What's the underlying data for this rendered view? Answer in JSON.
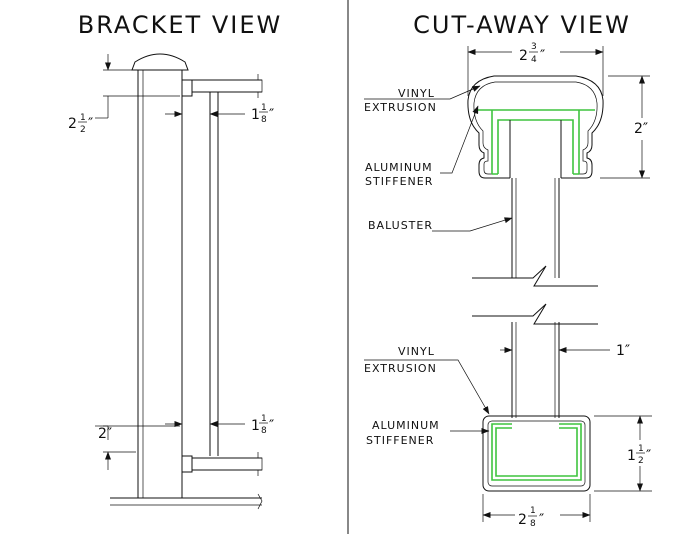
{
  "bracket_view": {
    "title": "BRACKET VIEW",
    "dim_top_whole": "2",
    "dim_top_num": "1",
    "dim_top_den": "2",
    "dim_top_unit": "″",
    "dim_gap_top_whole": "1",
    "dim_gap_top_num": "1",
    "dim_gap_top_den": "8",
    "dim_gap_top_unit": "″",
    "dim_bottom": "2″",
    "dim_gap_bottom_whole": "1",
    "dim_gap_bottom_num": "1",
    "dim_gap_bottom_den": "8",
    "dim_gap_bottom_unit": "″"
  },
  "cutaway_view": {
    "title": "CUT-AWAY VIEW",
    "top_width_whole": "2",
    "top_width_num": "3",
    "top_width_den": "4",
    "top_width_unit": "″",
    "top_height": "2″",
    "label_vinyl_1": "VINYL",
    "label_extrusion_1": "EXTRUSION",
    "label_aluminum_1": "ALUMINUM",
    "label_stiffener_1": "STIFFENER",
    "label_baluster": "BALUSTER",
    "baluster_width": "1″",
    "label_vinyl_2": "VINYL",
    "label_extrusion_2": "EXTRUSION",
    "label_aluminum_2": "ALUMINUM",
    "label_stiffener_2": "STIFFENER",
    "bottom_height_whole": "1",
    "bottom_height_num": "1",
    "bottom_height_den": "2",
    "bottom_height_unit": "″",
    "bottom_width_whole": "2",
    "bottom_width_num": "1",
    "bottom_width_den": "8",
    "bottom_width_unit": "″"
  },
  "colors": {
    "line": "#111111",
    "stiffener": "#3fc43f",
    "background": "#ffffff"
  }
}
